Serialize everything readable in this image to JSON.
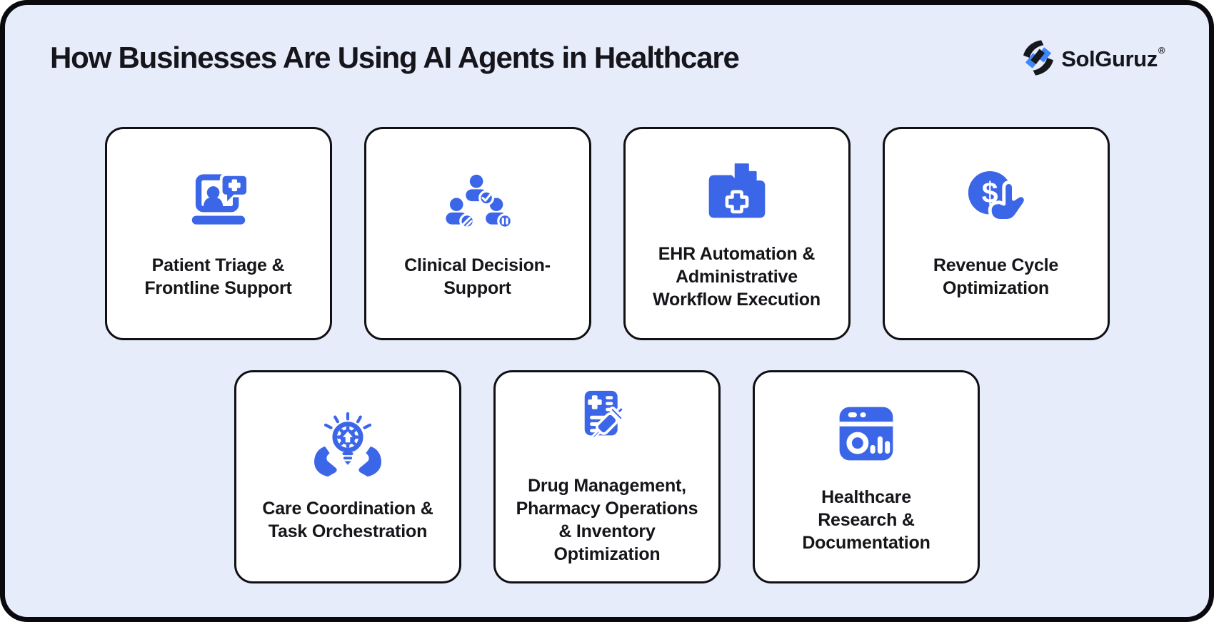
{
  "header": {
    "title": "How Businesses Are Using AI Agents in Healthcare",
    "brand": {
      "name": "SolGuruz",
      "registered_mark": "®"
    }
  },
  "colors": {
    "background": "#E7ECFB",
    "frame": "#0A0A0E",
    "card_bg": "#FFFFFF",
    "card_border": "#101014",
    "icon_blue": "#3C66E8",
    "logo_blue": "#3D86F7",
    "logo_black": "#17181D",
    "title_color": "#15151B"
  },
  "cards": [
    {
      "id": "patient-triage",
      "row": 1,
      "icon": "telehealth-laptop-icon",
      "label": "Patient Triage &\nFrontline Support"
    },
    {
      "id": "clinical-decision",
      "row": 1,
      "icon": "care-team-status-icon",
      "label": "Clinical Decision-\nSupport"
    },
    {
      "id": "ehr-automation",
      "row": 1,
      "icon": "medical-records-folder-icon",
      "label": "EHR Automation &\nAdministrative\nWorkflow Execution"
    },
    {
      "id": "revenue-cycle",
      "row": 1,
      "icon": "dollar-tap-icon",
      "label": "Revenue Cycle\nOptimization"
    },
    {
      "id": "care-coordination",
      "row": 2,
      "icon": "hands-idea-gear-icon",
      "label": "Care Coordination &\nTask Orchestration"
    },
    {
      "id": "drug-management",
      "row": 2,
      "icon": "prescription-syringe-icon",
      "label": "Drug Management,\nPharmacy Operations\n& Inventory\nOptimization"
    },
    {
      "id": "healthcare-research",
      "row": 2,
      "icon": "analytics-browser-icon",
      "label": "Healthcare\nResearch &\nDocumentation"
    }
  ]
}
